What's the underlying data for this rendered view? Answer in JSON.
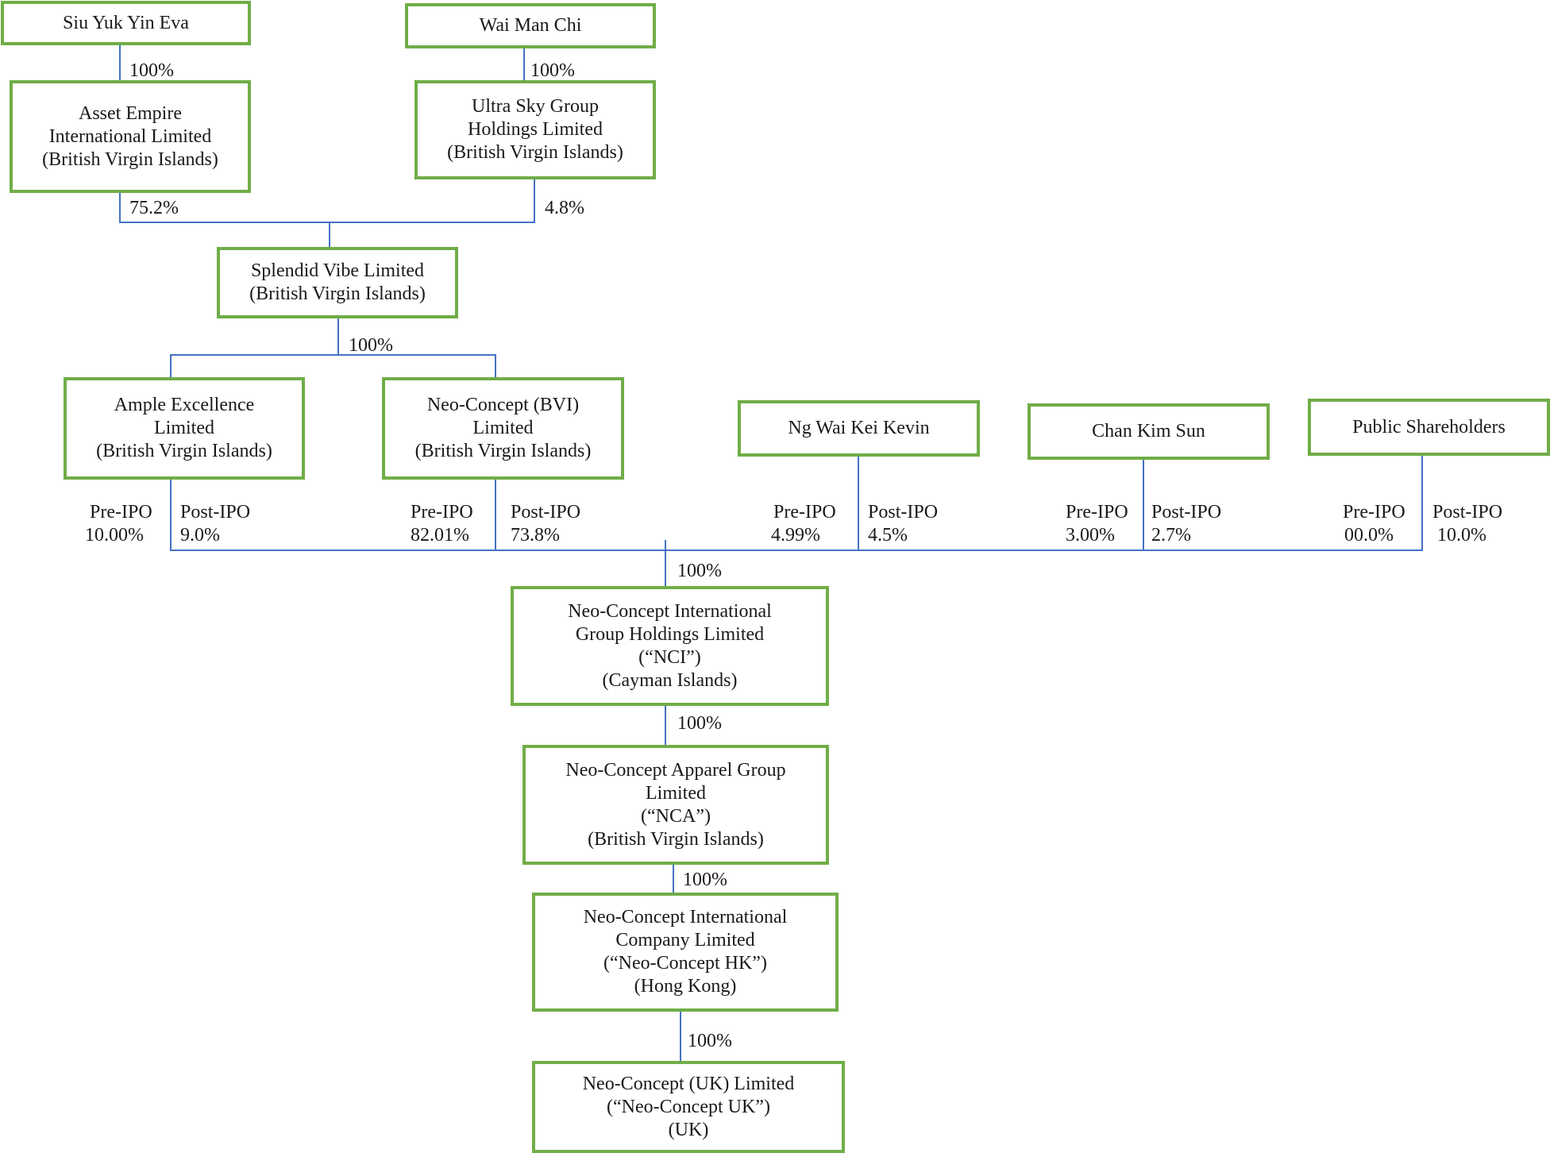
{
  "entities": {
    "siu_yuk_yin_eva": "Siu Yuk Yin Eva",
    "wai_man_chi": "Wai Man Chi",
    "asset_empire": "Asset Empire\nInternational Limited\n(British Virgin Islands)",
    "ultra_sky": "Ultra Sky Group\nHoldings Limited\n(British Virgin Islands)",
    "splendid_vibe": "Splendid Vibe Limited\n(British Virgin Islands)",
    "ample_excellence": "Ample Excellence\nLimited\n(British Virgin Islands)",
    "neo_concept_bvi": "Neo-Concept (BVI)\nLimited\n(British Virgin Islands)",
    "ng_wai_kei_kevin": "Ng Wai Kei Kevin",
    "chan_kim_sun": "Chan Kim Sun",
    "public_shareholders": "Public Shareholders",
    "nci": "Neo-Concept International\nGroup Holdings Limited\n(“NCI”)\n(Cayman Islands)",
    "nca": "Neo-Concept Apparel Group\nLimited\n(“NCA”)\n(British Virgin Islands)",
    "neo_concept_hk": "Neo-Concept International\nCompany Limited\n(“Neo-Concept HK”)\n(Hong Kong)",
    "neo_concept_uk": "Neo-Concept (UK) Limited\n(“Neo-Concept UK”)\n(UK)"
  },
  "ownership": {
    "siu_to_asset": "100%",
    "wai_to_ultra": "100%",
    "asset_to_splendid": "75.2%",
    "ultra_to_splendid": "4.8%",
    "splendid_to_subs": "100%",
    "to_nci": "100%",
    "nci_to_nca": "100%",
    "nca_to_hk": "100%",
    "hk_to_uk": "100%"
  },
  "ipo": {
    "pre_label": "Pre-IPO",
    "post_label": "Post-IPO",
    "ample": {
      "pre": "10.00%",
      "post": "9.0%"
    },
    "neo_bvi": {
      "pre": "82.01%",
      "post": "73.8%"
    },
    "ng": {
      "pre": "4.99%",
      "post": "4.5%"
    },
    "chan": {
      "pre": "3.00%",
      "post": "2.7%"
    },
    "public": {
      "pre": "00.0%",
      "post": "10.0%"
    }
  }
}
